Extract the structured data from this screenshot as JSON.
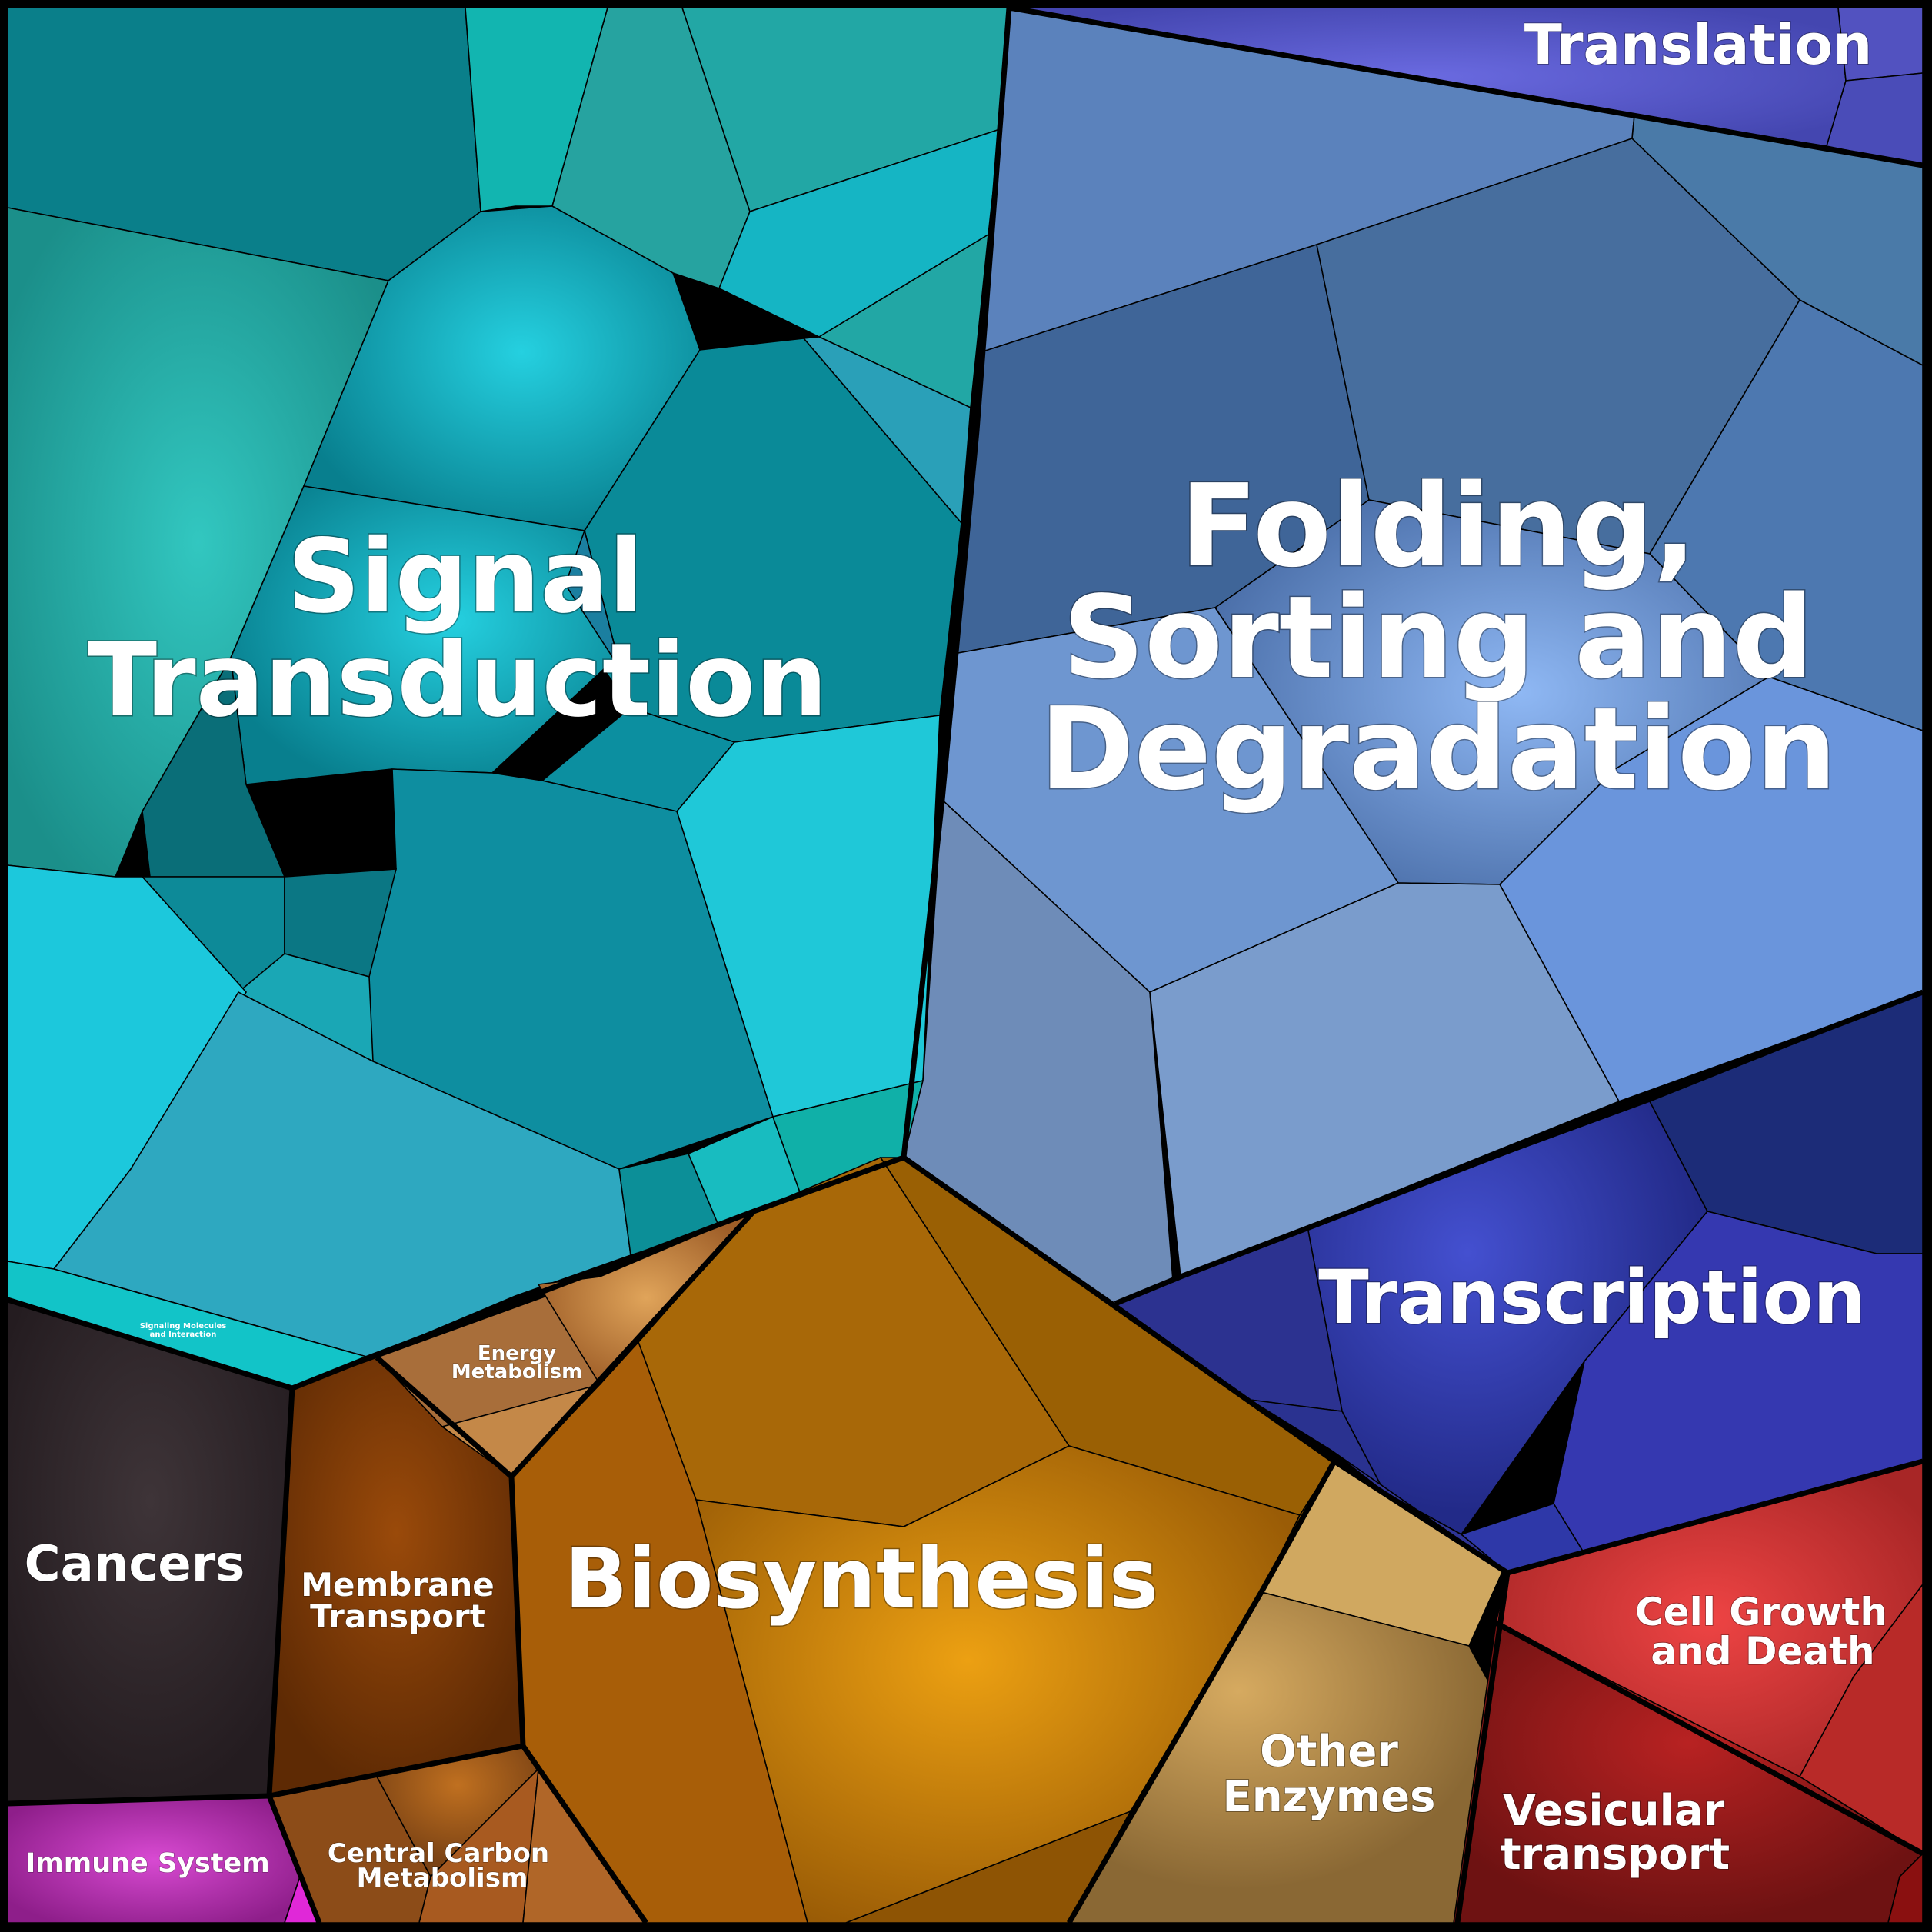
{
  "chart_data": {
    "type": "voronoi-treemap",
    "title": "",
    "categories": [
      {
        "id": "signal",
        "label_lines": [
          "Signal",
          "Transduction"
        ],
        "color": "#0aa3b5"
      },
      {
        "id": "folding",
        "label_lines": [
          "Folding,",
          "Sorting and",
          "Degradation"
        ],
        "color": "#5f88c8"
      },
      {
        "id": "translation",
        "label_lines": [
          "Translation"
        ],
        "color": "#5b5cc8"
      },
      {
        "id": "transcription",
        "label_lines": [
          "Transcription"
        ],
        "color": "#3138a8"
      },
      {
        "id": "biosynthesis",
        "label_lines": [
          "Biosynthesis"
        ],
        "color": "#c8860a"
      },
      {
        "id": "energy",
        "label_lines": [
          "Energy",
          "Metabolism"
        ],
        "color": "#c07a3a"
      },
      {
        "id": "membrane",
        "label_lines": [
          "Membrane",
          "Transport"
        ],
        "color": "#7a3a08"
      },
      {
        "id": "cancers",
        "label_lines": [
          "Cancers"
        ],
        "color": "#2e2528"
      },
      {
        "id": "immune",
        "label_lines": [
          "Immune System"
        ],
        "color": "#b52ab0"
      },
      {
        "id": "carbon",
        "label_lines": [
          "Central Carbon",
          "Metabolism"
        ],
        "color": "#9a5a20"
      },
      {
        "id": "other",
        "label_lines": [
          "Other",
          "Enzymes"
        ],
        "color": "#a8824a"
      },
      {
        "id": "cellgrowth",
        "label_lines": [
          "Cell Growth",
          "and Death"
        ],
        "color": "#c0302e"
      },
      {
        "id": "vesicular",
        "label_lines": [
          "Vesicular",
          "transport"
        ],
        "color": "#8e1c1c"
      },
      {
        "id": "signaling_molecules",
        "label_lines": [
          "Signaling Molecules",
          "and Interaction"
        ],
        "color": "#12c4c8"
      }
    ]
  }
}
